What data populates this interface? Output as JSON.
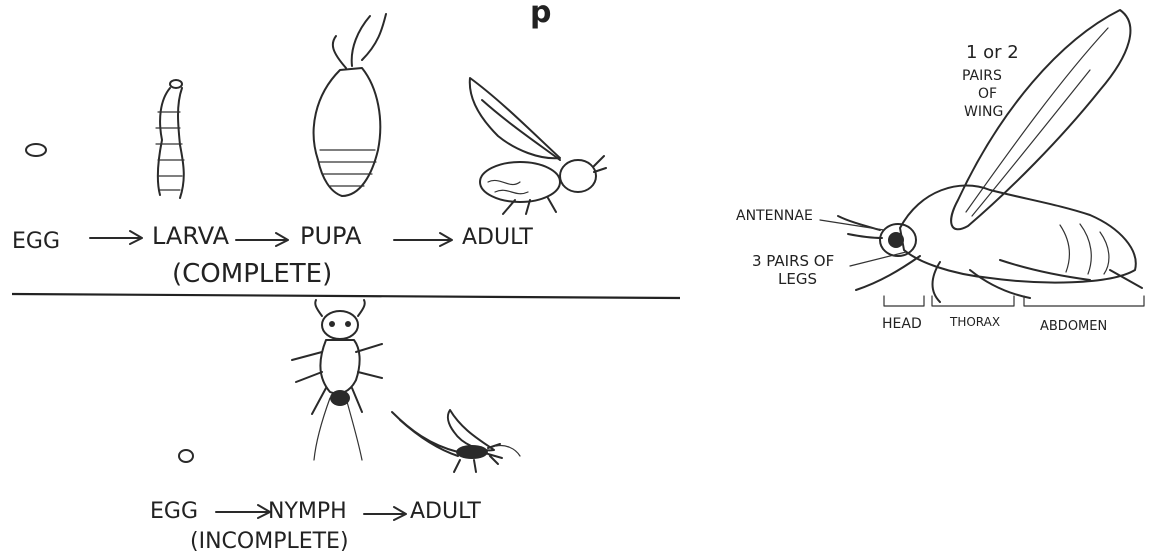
{
  "title_fragment": "p",
  "complete": {
    "stages": [
      "EGG",
      "LARVA",
      "PUPA",
      "ADULT"
    ],
    "label": "(COMPLETE)"
  },
  "incomplete": {
    "stages": [
      "EGG",
      "NYMPH",
      "ADULT"
    ],
    "label": "(INCOMPLETE)"
  },
  "anatomy": {
    "wings_label": [
      "1 or 2",
      "PAIRS",
      "OF",
      "WING"
    ],
    "antennae_label": "ANTENNAE",
    "legs_label": [
      "3 PAIRS OF",
      "LEGS"
    ],
    "segments": [
      "HEAD",
      "THORAX",
      "ABDOMEN"
    ]
  }
}
